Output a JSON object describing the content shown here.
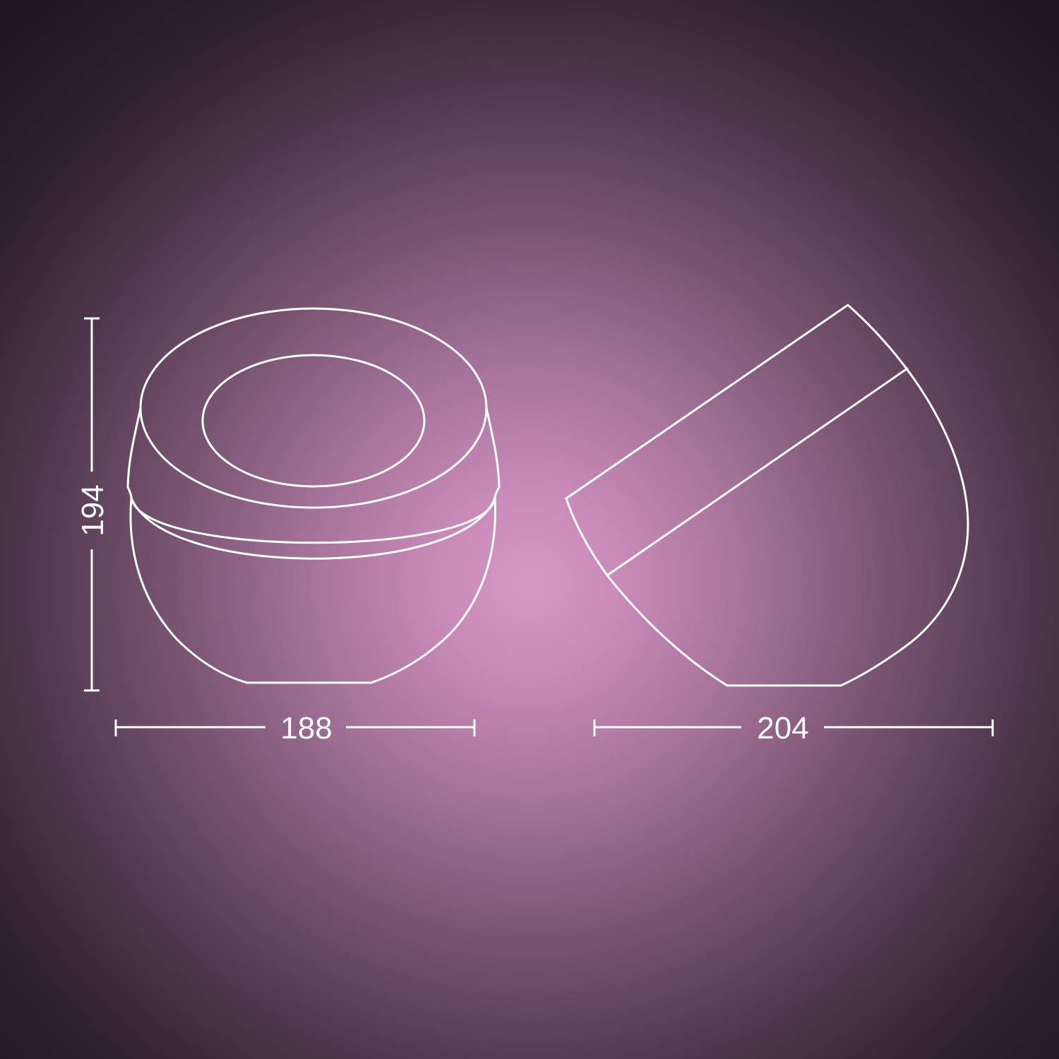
{
  "dimensions": {
    "height": "194",
    "front_width": "188",
    "side_width": "204"
  },
  "colors": {
    "line": "#ffffff",
    "background_center": "#d797c4",
    "background_edge": "#1e1520"
  }
}
